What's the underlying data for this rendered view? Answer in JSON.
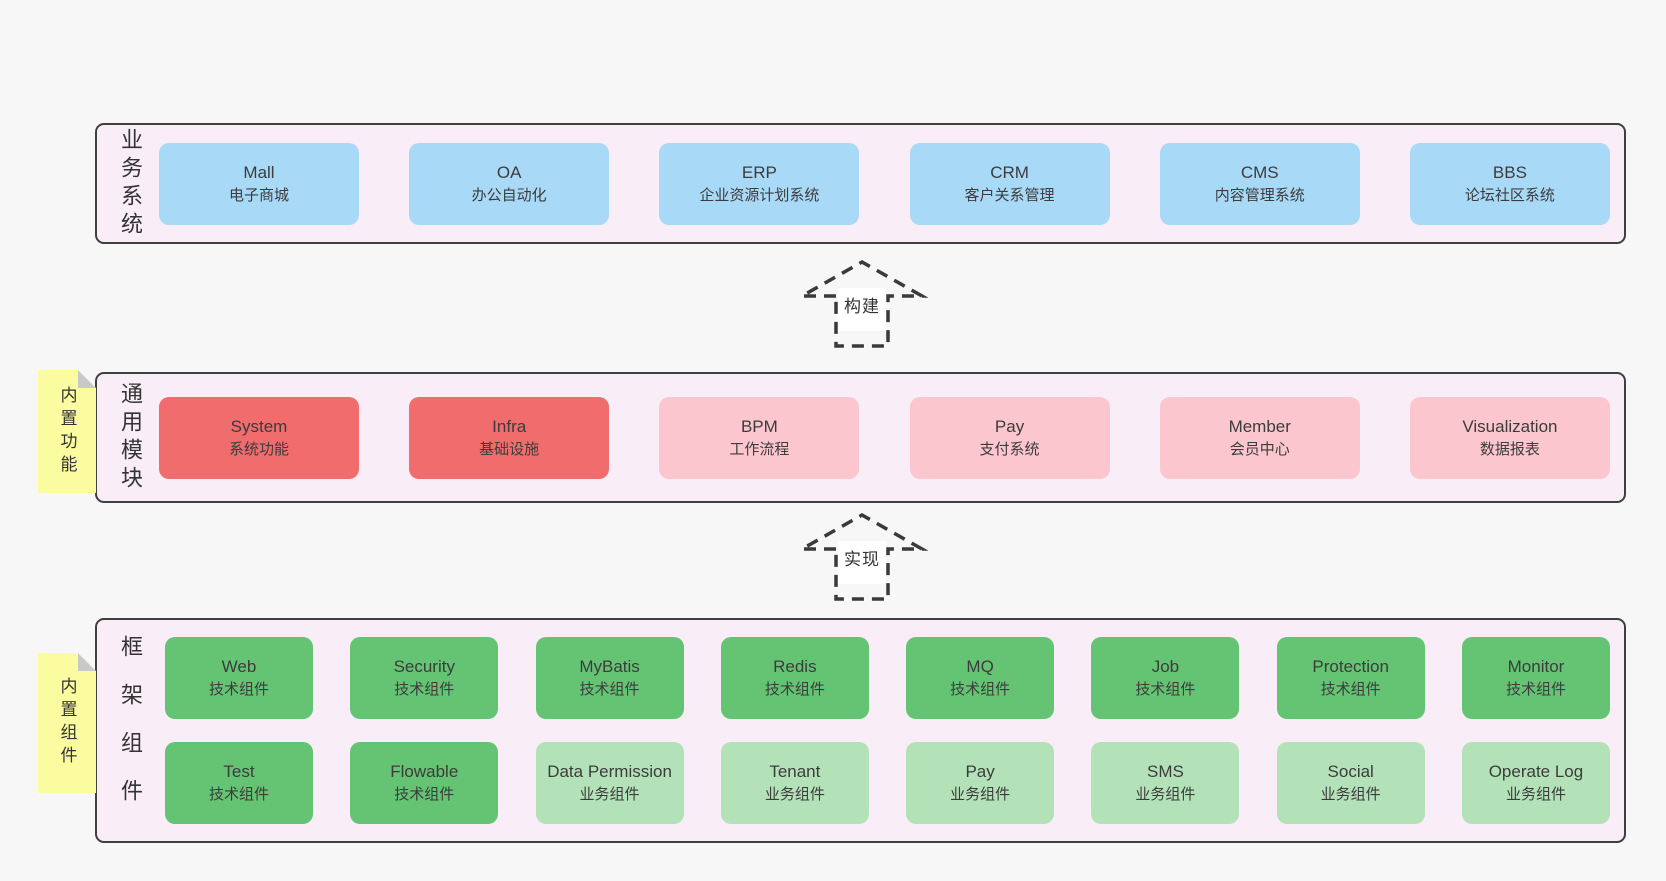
{
  "colors": {
    "page_bg": "#f7f7f7",
    "band_bg": "#f9eef7",
    "band_border": "#3f3f3f",
    "blue": "#a8d9f7",
    "red": "#f16c6c",
    "pink": "#fbc6ce",
    "green_dark": "#64c473",
    "green_light": "#b4e2b8",
    "sticky_bg": "#fbfb9f",
    "sticky_fold": "#c9c9c9",
    "text": "#3c3c3c",
    "arrow": "#3a3a3a"
  },
  "arrows": [
    {
      "label": "构建"
    },
    {
      "label": "实现"
    }
  ],
  "bands": [
    {
      "label": "业务系统",
      "boxes": [
        {
          "en": "Mall",
          "zh": "电子商城",
          "color": "blue"
        },
        {
          "en": "OA",
          "zh": "办公自动化",
          "color": "blue"
        },
        {
          "en": "ERP",
          "zh": "企业资源计划系统",
          "color": "blue"
        },
        {
          "en": "CRM",
          "zh": "客户关系管理",
          "color": "blue"
        },
        {
          "en": "CMS",
          "zh": "内容管理系统",
          "color": "blue"
        },
        {
          "en": "BBS",
          "zh": "论坛社区系统",
          "color": "blue"
        }
      ]
    },
    {
      "label": "通用模块",
      "sticky": "内置功能",
      "boxes": [
        {
          "en": "System",
          "zh": "系统功能",
          "color": "red"
        },
        {
          "en": "Infra",
          "zh": "基础设施",
          "color": "red"
        },
        {
          "en": "BPM",
          "zh": "工作流程",
          "color": "pink"
        },
        {
          "en": "Pay",
          "zh": "支付系统",
          "color": "pink"
        },
        {
          "en": "Member",
          "zh": "会员中心",
          "color": "pink"
        },
        {
          "en": "Visualization",
          "zh": "数据报表",
          "color": "pink"
        }
      ]
    },
    {
      "label": "框架组件",
      "sticky": "内置组件",
      "rows": [
        [
          {
            "en": "Web",
            "zh": "技术组件",
            "color": "green_dark"
          },
          {
            "en": "Security",
            "zh": "技术组件",
            "color": "green_dark"
          },
          {
            "en": "MyBatis",
            "zh": "技术组件",
            "color": "green_dark"
          },
          {
            "en": "Redis",
            "zh": "技术组件",
            "color": "green_dark"
          },
          {
            "en": "MQ",
            "zh": "技术组件",
            "color": "green_dark"
          },
          {
            "en": "Job",
            "zh": "技术组件",
            "color": "green_dark"
          },
          {
            "en": "Protection",
            "zh": "技术组件",
            "color": "green_dark"
          },
          {
            "en": "Monitor",
            "zh": "技术组件",
            "color": "green_dark"
          }
        ],
        [
          {
            "en": "Test",
            "zh": "技术组件",
            "color": "green_dark"
          },
          {
            "en": "Flowable",
            "zh": "技术组件",
            "color": "green_dark"
          },
          {
            "en": "Data Permission",
            "zh": "业务组件",
            "color": "green_light"
          },
          {
            "en": "Tenant",
            "zh": "业务组件",
            "color": "green_light"
          },
          {
            "en": "Pay",
            "zh": "业务组件",
            "color": "green_light"
          },
          {
            "en": "SMS",
            "zh": "业务组件",
            "color": "green_light"
          },
          {
            "en": "Social",
            "zh": "业务组件",
            "color": "green_light"
          },
          {
            "en": "Operate Log",
            "zh": "业务组件",
            "color": "green_light"
          }
        ]
      ]
    }
  ]
}
